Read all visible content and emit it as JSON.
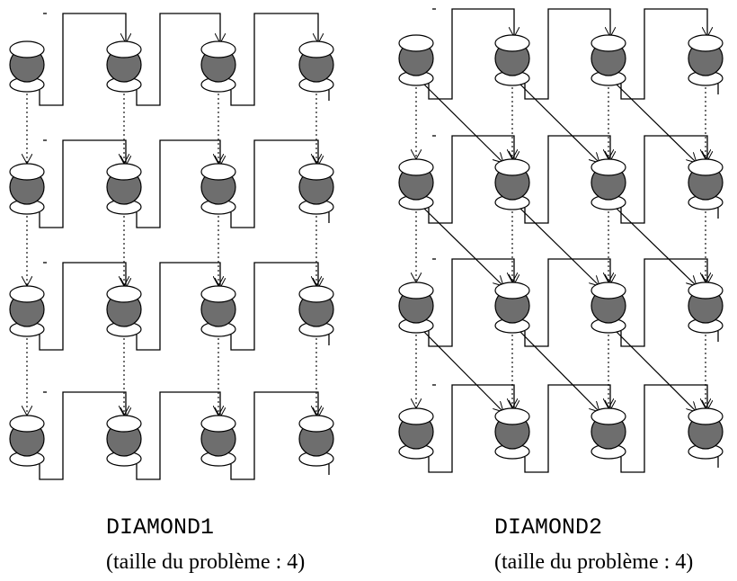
{
  "diagrams": [
    {
      "name": "DIAMOND1",
      "subtitle": "(taille du problème : 4)",
      "size": 4,
      "diagonal_links": false
    },
    {
      "name": "DIAMOND2",
      "subtitle": "(taille du problème : 4)",
      "size": 4,
      "diagonal_links": true
    }
  ],
  "colors": {
    "node_body": "#6e6e6e",
    "node_cap": "#ffffff",
    "line": "#000000"
  }
}
